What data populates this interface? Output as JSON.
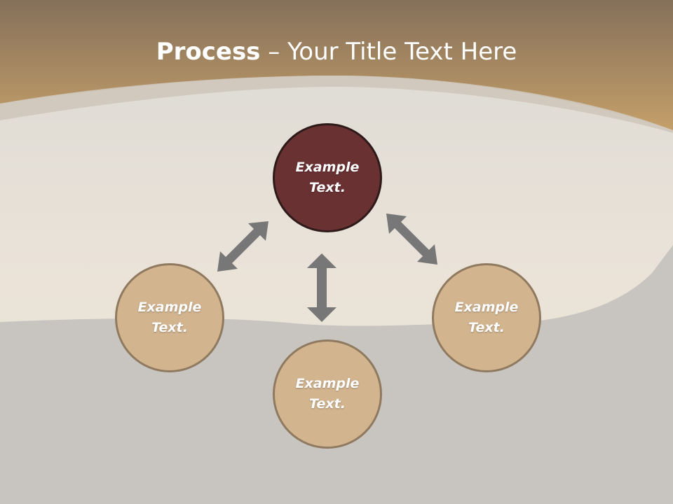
{
  "title": {
    "bold": "Process",
    "rest": " – Your Title Text Here"
  },
  "nodes": {
    "top": "Example\nText.",
    "left": "Example\nText.",
    "right": "Example\nText.",
    "bottom": "Example\nText."
  },
  "colors": {
    "header_top": "#87705a",
    "header_bottom": "#c29e6b",
    "primary_node": "#6a3133",
    "secondary_node": "#d2b48f",
    "arrow": "#777777"
  }
}
